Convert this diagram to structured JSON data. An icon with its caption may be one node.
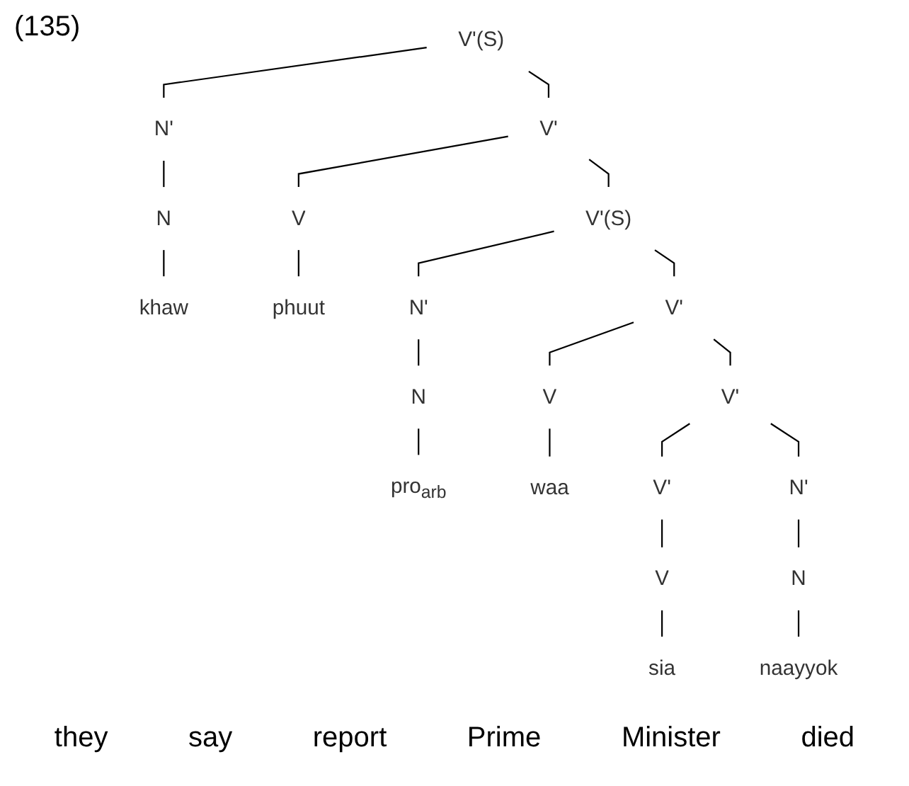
{
  "diagram": {
    "nodes": [
      {
        "text": [
          "V'(S)"
        ]
      },
      {
        "text": [
          "N'"
        ]
      },
      {
        "text": [
          "V'"
        ]
      },
      {
        "text": [
          "N"
        ]
      },
      {
        "text": [
          "V"
        ]
      },
      {
        "text": [
          "V'(S)"
        ]
      },
      {
        "text": [
          "N'"
        ]
      },
      {
        "text": [
          "V'"
        ]
      },
      {
        "text": [
          "N"
        ]
      },
      {
        "text": [
          "V"
        ]
      },
      {
        "text": [
          "V'"
        ]
      },
      {
        "text": [
          "V'"
        ]
      },
      {
        "text": [
          "N'"
        ]
      },
      {
        "text": [
          "N"
        ]
      },
      {
        "text": [
          "V"
        ]
      },
      {
        "text": [
          "khaw"
        ]
      },
      {
        "text": [
          "phuut"
        ]
      },
      {
        "text": [
          "pro$_{arb}$"
        ]
      },
      {
        "text": [
          "waa"
        ]
      },
      {
        "text": [
          "naayyok"
        ]
      },
      {
        "text": [
          "sia"
        ]
      }
    ],
    "edges": [
      {
        "from": 0,
        "to": 1,
        "arrow": "none"
      },
      {
        "from": 0,
        "to": 2,
        "arrow": "none"
      },
      {
        "from": 1,
        "to": 3,
        "arrow": "none"
      },
      {
        "from": 2,
        "to": 4,
        "arrow": "none"
      },
      {
        "from": 2,
        "to": 5,
        "arrow": "none"
      },
      {
        "from": 5,
        "to": 6,
        "arrow": "none"
      },
      {
        "from": 5,
        "to": 7,
        "arrow": "none"
      },
      {
        "from": 6,
        "to": 8,
        "arrow": "none"
      },
      {
        "from": 7,
        "to": 9,
        "arrow": "none"
      },
      {
        "from": 7,
        "to": 10,
        "arrow": "none"
      },
      {
        "from": 10,
        "to": 11,
        "arrow": "none"
      },
      {
        "from": 10,
        "to": 12,
        "arrow": "none"
      },
      {
        "from": 12,
        "to": 13,
        "arrow": "none"
      },
      {
        "from": 11,
        "to": 14,
        "arrow": "none"
      },
      {
        "from": 3,
        "to": 15,
        "arrow": "none"
      },
      {
        "from": 4,
        "to": 16,
        "arrow": "none"
      },
      {
        "from": 8,
        "to": 17,
        "arrow": "none"
      },
      {
        "from": 9,
        "to": 18,
        "arrow": "none"
      },
      {
        "from": 13,
        "to": 19,
        "arrow": "none"
      },
      {
        "from": 14,
        "to": 20,
        "arrow": "none"
      }
    ],
    "labels": [
      "(135)",
      "they",
      "say",
      "report",
      "Prime",
      "Minister",
      "died"
    ]
  }
}
